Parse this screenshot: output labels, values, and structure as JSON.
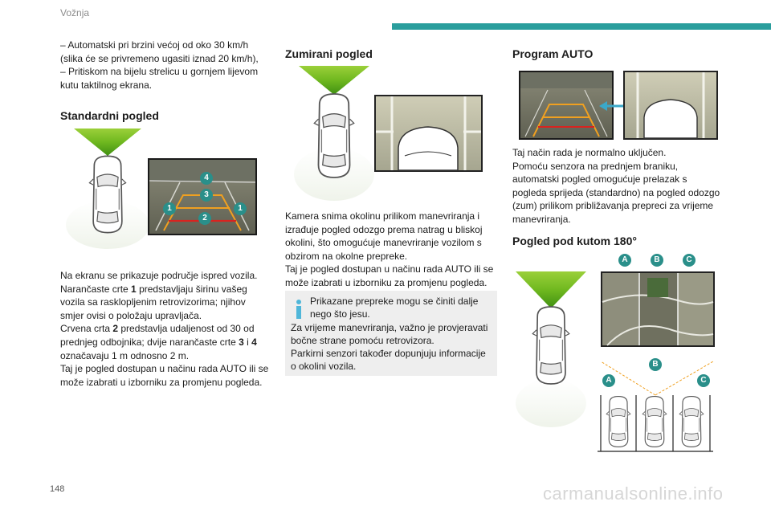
{
  "header": {
    "section": "Vožnja",
    "accent": "#2a9e9d"
  },
  "page_number": "148",
  "watermark": "carmanualsonline.info",
  "col1": {
    "intro_lines": [
      "– Automatski pri brzini većoj od oko 30 km/h",
      "(slika će se privremeno ugasiti iznad 20 km/h),",
      "– Pritiskom na bijelu strelicu u gornjem lijevom",
      "kutu taktilnog ekrana."
    ],
    "heading": "Standardni pogled",
    "labels": [
      "1",
      "2",
      "3",
      "4"
    ],
    "body_lines": [
      "Na ekranu se prikazuje područje ispred vozila.",
      "Narančaste crte ",
      "1",
      " predstavljaju širinu vašeg",
      "vozila sa rasklopljenim retrovizorima; njihov",
      "smjer ovisi o položaju upravljača.",
      "Crvena crta ",
      "2",
      " predstavlja udaljenost od 30 od",
      "prednjeg odbojnika; dvije narančaste crte ",
      "3",
      " i ",
      "4",
      "označavaju 1 m odnosno 2 m.",
      "Taj je pogled dostupan u načinu rada AUTO ili se",
      "može izabrati u izborniku za promjenu pogleda."
    ]
  },
  "col2": {
    "heading": "Zumirani pogled",
    "body_lines": [
      "Kamera snima okolinu prilikom manevriranja i",
      "izrađuje pogled odozgo prema natrag u bliskoj",
      "okolini, što omogućuje manevriranje vozilom s",
      "obzirom na okolne prepreke.",
      "Taj je pogled dostupan u načinu rada AUTO ili se",
      "može izabrati u izborniku za promjenu pogleda."
    ],
    "info_lines": [
      "Prikazane prepreke mogu se činiti dalje",
      "nego što jesu.",
      "Za vrijeme manevriranja, važno je provjeravati",
      "bočne strane pomoću retrovizora.",
      "Parkirni senzori također dopunjuju informacije",
      "o okolini vozila."
    ],
    "info_icon": "info-icon"
  },
  "col3": {
    "heading_auto": "Program AUTO",
    "auto_lines": [
      "Taj način rada je normalno uključen.",
      "Pomoću senzora na prednjem braniku,",
      "automatski pogled omogućuje prelazak s",
      "pogleda sprijeda (standardno) na pogled odozgo",
      "(zum) prilikom približavanja prepreci za vrijeme",
      "manevriranja."
    ],
    "heading_angle": "Pogled pod kutom 180°",
    "angle_labels": [
      "A",
      "B",
      "C"
    ]
  },
  "colors": {
    "green": "#7cc224",
    "orange": "#f0a020",
    "red": "#d9231f",
    "teal_label": "#2a8f8a"
  }
}
